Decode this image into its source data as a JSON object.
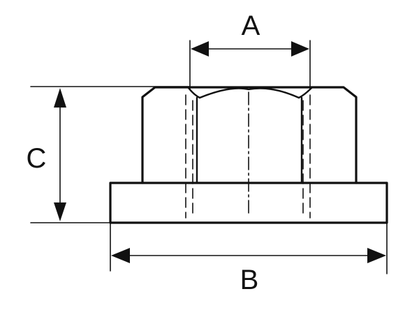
{
  "diagram": {
    "labels": {
      "a": "A",
      "b": "B",
      "c": "C"
    },
    "colors": {
      "line": "#111111",
      "background": "#ffffff"
    }
  }
}
